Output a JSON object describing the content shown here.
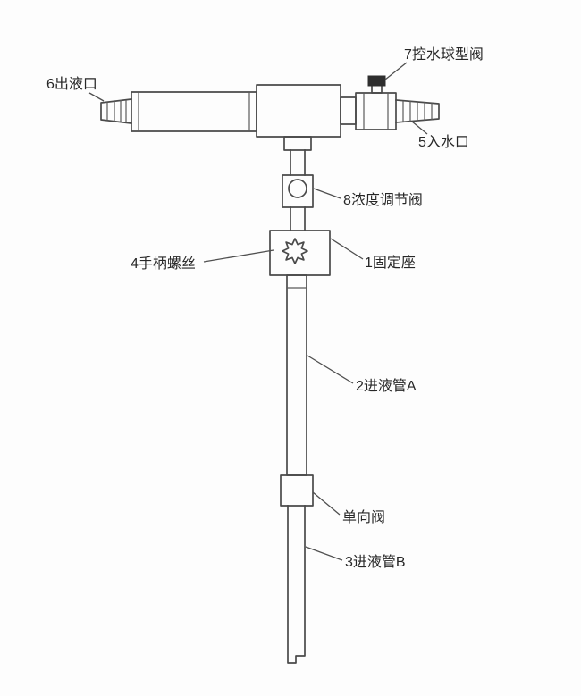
{
  "diagram": {
    "description": "Venturi liquid dosing device technical line drawing",
    "labels": {
      "valve7": "7控水球型阀",
      "outlet6": "6出液口",
      "inlet5": "5入水口",
      "valve8": "8浓度调节阀",
      "screw4": "4手柄螺丝",
      "seat1": "1固定座",
      "pipeA2": "2进液管A",
      "check": "单向阀",
      "pipeB3": "3进液管B"
    },
    "colors": {
      "line": "#4a4a4a",
      "text": "#272727",
      "background": "#fdfdfd"
    }
  }
}
